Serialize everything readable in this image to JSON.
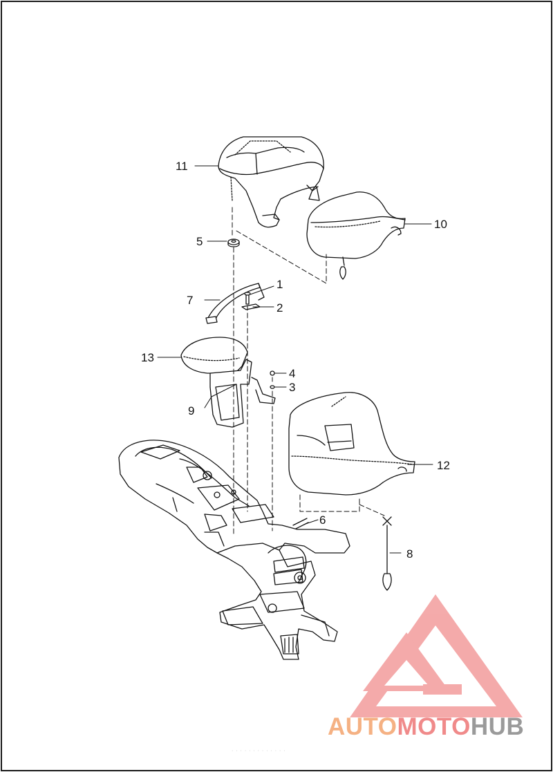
{
  "diagram": {
    "callouts": {
      "c1": "1",
      "c2": "2",
      "c3": "3",
      "c4": "4",
      "c5": "5",
      "c6": "6",
      "c7": "7",
      "c8": "8",
      "c9": "9",
      "c10": "10",
      "c11": "11",
      "c12": "12",
      "c13": "13"
    },
    "line_color": "#111111"
  },
  "watermark": {
    "part1": "AUTO",
    "part2": "MOTO",
    "part3": "HUB",
    "color_primary": "#f5b183",
    "color_secondary": "#f08a8a",
    "color_dark": "#9a9a9a",
    "logo_color": "#f08a8a"
  },
  "footer": {
    "text": "· · · · · ·  ·  ·  · · · · ·"
  }
}
